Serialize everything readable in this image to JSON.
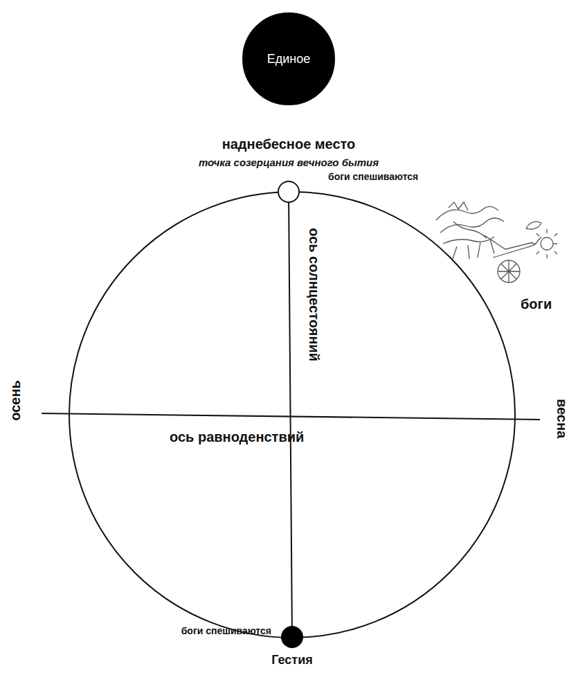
{
  "diagram": {
    "nodes": [
      {
        "text": [
          "Единое"
        ]
      },
      {
        "text": [
          "наднебесное место",
          "точка созерцания вечного бытия",
          "боги спешиваются"
        ]
      },
      {
        "text": [
          "боги спешиваются",
          "Гестия"
        ]
      }
    ],
    "edges": [
      {
        "from": 1,
        "to": 2,
        "arrow": "none"
      }
    ],
    "labels": [
      "боги",
      "ось солнцестояний",
      "осень",
      "ось равноденствий",
      "весна"
    ]
  }
}
